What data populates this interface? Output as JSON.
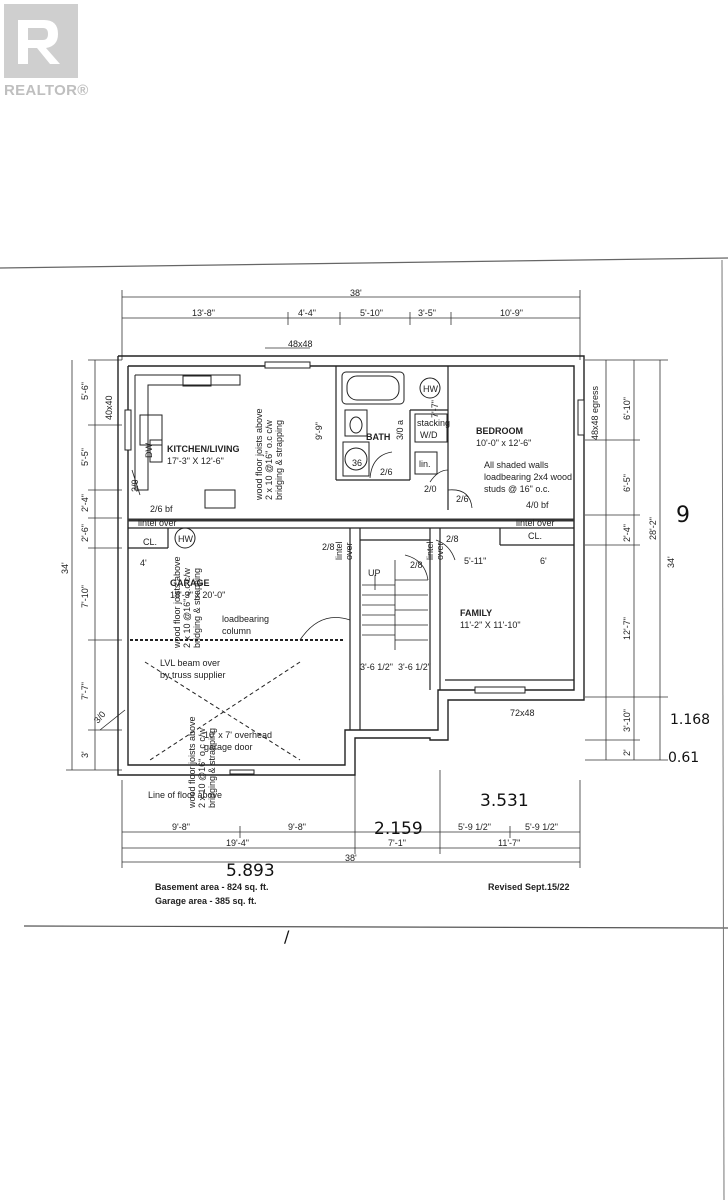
{
  "logo": {
    "text": "REALTOR®"
  },
  "dimensions": {
    "top_total": "38'",
    "top_segments": [
      "13'-8\"",
      "4'-4\"",
      "5'-10\"",
      "3'-5\"",
      "10'-9\""
    ],
    "window_top": "48x48",
    "window_family_bottom": "72x48",
    "left_segments": [
      "5'-6\"",
      "5'-5\"",
      "2'-4\"",
      "2'-6\"",
      "7'-10\"",
      "7'-7\"",
      "3'"
    ],
    "left_total": "34'",
    "right_segments": [
      "6'-10\"",
      "6'-5\"",
      "2'-4\"",
      "12'-7\"",
      "3'-10\"",
      "2'"
    ],
    "right_mid": "28'-2\"",
    "right_total": "34'",
    "bottom_row1": [
      "9'-8\"",
      "9'-8\"",
      "5'-9 1/2\"",
      "5'-9 1/2\""
    ],
    "bottom_row2": [
      "19'-4\"",
      "7'-1\"",
      "11'-7\""
    ],
    "bottom_total": "38'",
    "stair_widths": [
      "3'-6 1/2\"",
      "3'-6 1/2\""
    ],
    "misc": [
      "4'",
      "5'-11\"",
      "6'",
      "9'-9\"",
      "7'-7\""
    ]
  },
  "rooms": {
    "kitchen": {
      "name": "KITCHEN/LIVING",
      "size": "17'-3\" X 12'-6\""
    },
    "bath": {
      "name": "BATH"
    },
    "bedroom": {
      "name": "BEDROOM",
      "size": "10'-0\" x 12'-6\""
    },
    "garage": {
      "name": "GARAGE",
      "size": "18'-3\" x 20'-0\""
    },
    "family": {
      "name": "FAMILY",
      "size": "11'-2\" X 11'-10\""
    }
  },
  "labels": {
    "window_left": "40x40",
    "egress": "48x48 egress",
    "dw": "DW",
    "hw": "HW",
    "stacking_1": "stacking",
    "stacking_2": "W/D",
    "lin": "lin.",
    "cl": "CL.",
    "up": "UP",
    "door_30": "3/0",
    "door_26": "2/6",
    "door_26bf": "2/6 bf",
    "door_40bf": "4/0 bf",
    "door_28": "2/8",
    "door_20": "2/0",
    "door_30a": "3/0 a",
    "shower": "36",
    "lintel": "lintel over",
    "lintel_2": "lintel",
    "lintel_3": "over",
    "joists_1": [
      "wood floor joists above",
      "2 x 10 @16\" o.c c/w",
      "bridging & strapping"
    ],
    "joists_2": [
      "wood floor joists above",
      "2 x 10 @16\" o.c c/w",
      "bridging & strapping"
    ],
    "joists_3": [
      "wood floor joists above",
      "2 x 10 @16\" o.c c/w",
      "bridging & strapping"
    ],
    "loadbearing": [
      "All shaded walls",
      "loadbearing 2x4 wood",
      "studs @ 16\" o.c."
    ],
    "column": [
      "loadbearing",
      "column"
    ],
    "lvl": [
      "LVL beam over",
      "by truss supplier"
    ],
    "garage_door": [
      "10' x 7' overhead",
      "garage door"
    ],
    "floor_above": "Line of floor above",
    "basement_area": "Basement area - 824 sq. ft.",
    "garage_area": "Garage area - 385 sq. ft.",
    "revised": "Revised Sept.15/22"
  },
  "handwritten": {
    "h1": "3.531",
    "h2": "2.159",
    "h3": "5.893",
    "h4": "1.168",
    "h5": "0.61",
    "h6": "9",
    "h7": "/"
  }
}
